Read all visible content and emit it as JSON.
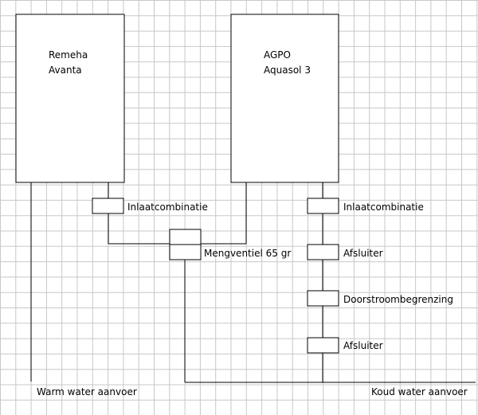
{
  "diagram": {
    "devices": {
      "boiler": {
        "line1": "Remeha",
        "line2": "Avanta"
      },
      "solar_boiler": {
        "line1": "AGPO",
        "line2": "Aquasol 3"
      }
    },
    "components": {
      "inlet_left": "Inlaatcombinatie",
      "mixing_valve": "Mengventiel 65 gr",
      "inlet_right": "Inlaatcombinatie",
      "shutoff_1": "Afsluiter",
      "flow_limiter": "Doorstroombegrenzing",
      "shutoff_2": "Afsluiter"
    },
    "terminals": {
      "hot_supply": "Warm water aanvoer",
      "cold_supply": "Koud water aanvoer"
    },
    "colors": {
      "grid": "#c8c8c8",
      "lines": "#000000",
      "background": "#ffffff"
    }
  }
}
